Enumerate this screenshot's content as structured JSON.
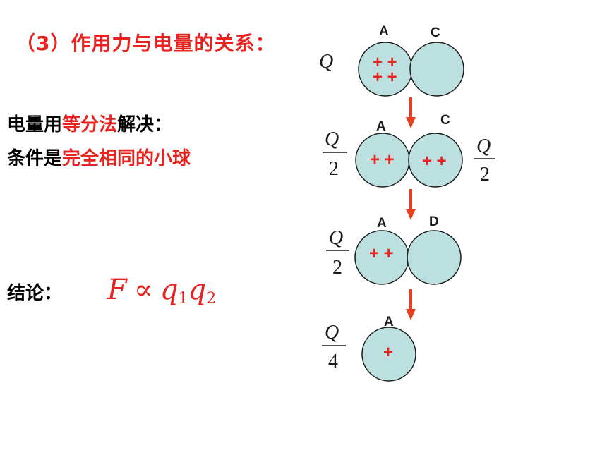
{
  "title": "（3）作用力与电量的关系：",
  "method_line": {
    "prefix": "电量用",
    "highlight": "等分法",
    "suffix": "解决："
  },
  "condition_line": {
    "prefix": "条件是",
    "highlight": "完全相同的小球"
  },
  "conclusion_label": "结论：",
  "formula": {
    "F": "F",
    "prop": "∝",
    "q": "q",
    "sub1": "1",
    "sub2": "2"
  },
  "colors": {
    "highlight": "#e8231f",
    "ball_fill": "#bcdfe0",
    "arrow": "#e8401c"
  },
  "diagram": {
    "step1": {
      "label_left": "A",
      "label_right": "C",
      "charge_left": "Q",
      "plus_left_top": "+ +",
      "plus_left_bottom": "+ +"
    },
    "step2": {
      "label_left": "A",
      "label_right": "C",
      "num_left": "Q",
      "den_left": "2",
      "num_right": "Q",
      "den_right": "2",
      "plus_left": "+ +",
      "plus_right": "+ +"
    },
    "step3": {
      "label_left": "A",
      "label_right": "D",
      "num_left": "Q",
      "den_left": "2",
      "plus_left": "+ +"
    },
    "step4": {
      "label": "A",
      "num": "Q",
      "den": "4",
      "plus": "+"
    }
  }
}
